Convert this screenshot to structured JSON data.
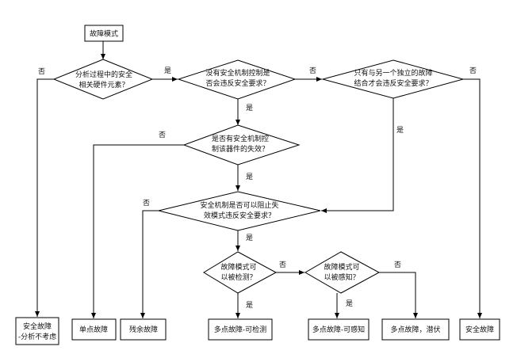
{
  "diagram": {
    "start": {
      "label": "故障模式"
    },
    "decisions": [
      {
        "id": "d1",
        "lines": [
          "分析过程中的安全",
          "相关硬件元素？"
        ]
      },
      {
        "id": "d2",
        "lines": [
          "没有安全机制控制是",
          "否会违反安全要求？"
        ]
      },
      {
        "id": "d3",
        "lines": [
          "只有与另一个独立的故障",
          "结合才会违反安全要求？"
        ]
      },
      {
        "id": "d4",
        "lines": [
          "是否有安全机制控",
          "制该器件的失效？"
        ]
      },
      {
        "id": "d5",
        "lines": [
          "安全机制是否可以阻止失",
          "效模式违反安全要求？"
        ]
      },
      {
        "id": "d6",
        "lines": [
          "故障模式可",
          "以被检测？"
        ]
      },
      {
        "id": "d7",
        "lines": [
          "故障模式可",
          "以被感知？"
        ]
      }
    ],
    "outcomes": [
      {
        "id": "o1",
        "lines": [
          "安全故障",
          "-分析不考虑"
        ]
      },
      {
        "id": "o2",
        "lines": [
          "单点故障"
        ]
      },
      {
        "id": "o3",
        "lines": [
          "残余故障"
        ]
      },
      {
        "id": "o4",
        "lines": [
          "多点故障-可检测"
        ]
      },
      {
        "id": "o5",
        "lines": [
          "多点故障-可感知"
        ]
      },
      {
        "id": "o6",
        "lines": [
          "多点故障，潜伏"
        ]
      },
      {
        "id": "o7",
        "lines": [
          "安全故障"
        ]
      }
    ],
    "yes_label": "是",
    "no_label": "否"
  }
}
